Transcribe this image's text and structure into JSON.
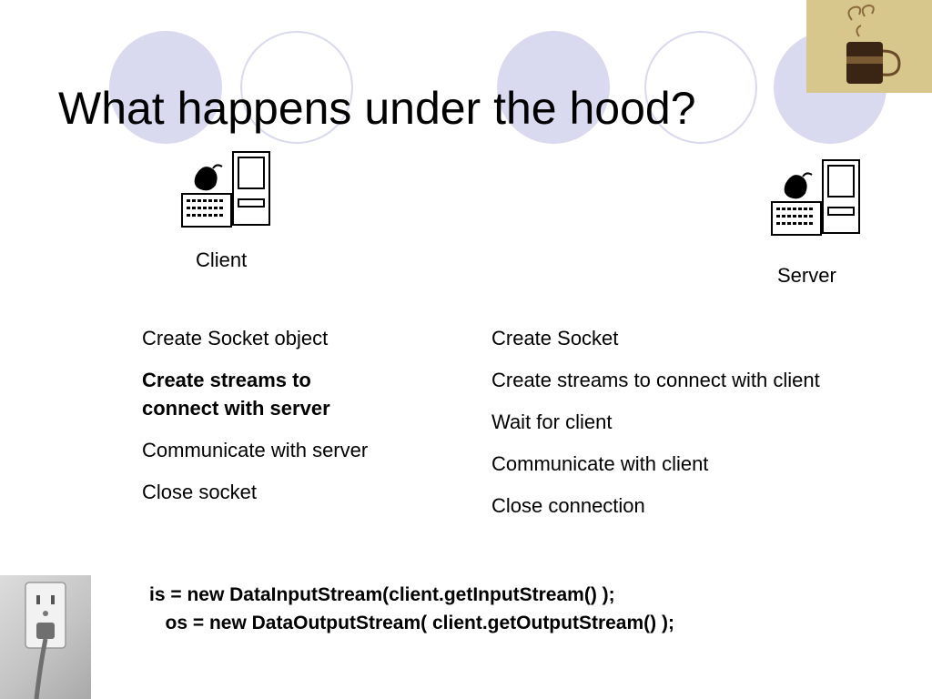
{
  "slide": {
    "title": "What happens under the hood?"
  },
  "client": {
    "label": "Client",
    "icon": "client-computer-icon",
    "steps": [
      {
        "text": "Create Socket object",
        "bold": false
      },
      {
        "text": "Create streams to\nconnect with server",
        "bold": true
      },
      {
        "text": "Communicate with server",
        "bold": false
      },
      {
        "text": "Close socket",
        "bold": false
      }
    ]
  },
  "server": {
    "label": "Server",
    "icon": "server-computer-icon",
    "steps": [
      {
        "text": "Create Socket",
        "bold": false
      },
      {
        "text": "Create streams to connect with client",
        "bold": false
      },
      {
        "text": "Wait for client",
        "bold": false
      },
      {
        "text": "Communicate with client",
        "bold": false
      },
      {
        "text": "Close connection",
        "bold": false
      }
    ]
  },
  "code": {
    "line1": "is = new DataInputStream(client.getInputStream() );",
    "line2": "   os = new DataOutputStream( client.getOutputStream() );"
  },
  "images": {
    "coffee": "coffee-cup-image",
    "outlet": "power-outlet-image"
  },
  "colors": {
    "background": "#ffffff",
    "circle": "#d9d9ef",
    "text": "#000000"
  }
}
